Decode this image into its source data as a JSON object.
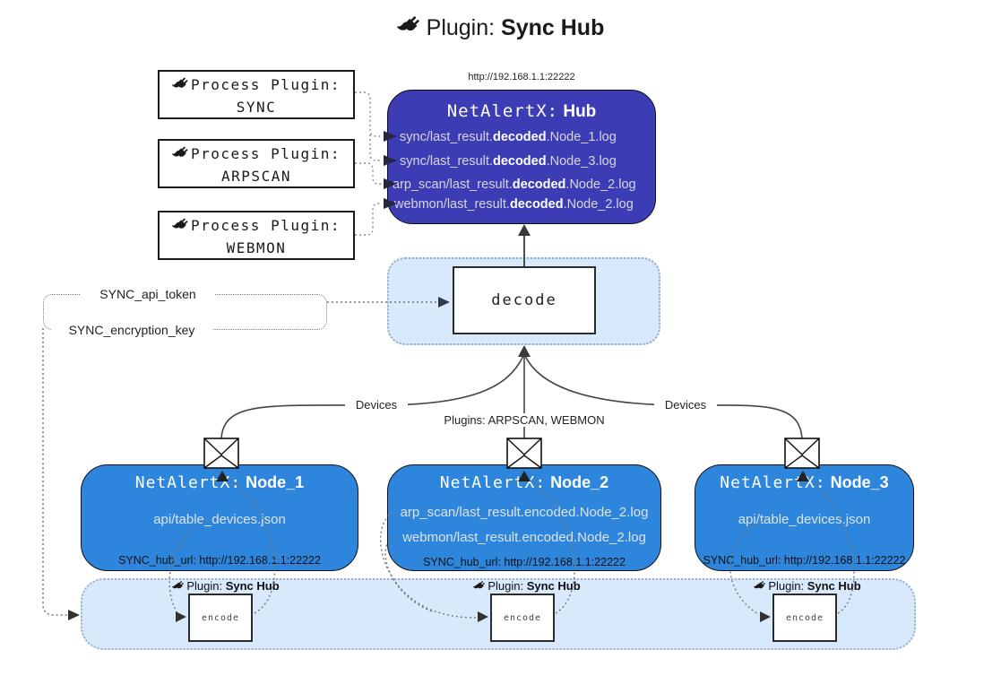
{
  "title": {
    "label": "Plugin:",
    "name": "Sync Hub"
  },
  "hub": {
    "url": "http://192.168.1.1:22222",
    "prefix": "NetAlertX:",
    "name": "Hub",
    "lines": [
      {
        "pre": "sync/last_result.",
        "bold": "decoded",
        "post": ".Node_1.log"
      },
      {
        "pre": "sync/last_result.",
        "bold": "decoded",
        "post": ".Node_3.log"
      },
      {
        "pre": "arp_scan/last_result.",
        "bold": "decoded",
        "post": ".Node_2.log"
      },
      {
        "pre": "webmon/last_result.",
        "bold": "decoded",
        "post": ".Node_2.log"
      }
    ]
  },
  "process_plugins": [
    {
      "label": "Process Plugin:",
      "name": "SYNC"
    },
    {
      "label": "Process Plugin:",
      "name": "ARPSCAN"
    },
    {
      "label": "Process Plugin:",
      "name": "WEBMON"
    }
  ],
  "decode_label": "decode",
  "secrets": {
    "api_token": "SYNC_api_token",
    "encryption_key": "SYNC_encryption_key"
  },
  "edge_labels": {
    "left": "Devices",
    "middle": "Plugins: ARPSCAN, WEBMON",
    "right": "Devices"
  },
  "nodes": [
    {
      "prefix": "NetAlertX:",
      "name": "Node_1",
      "files": [
        "api/table_devices.json"
      ],
      "hub_url": "SYNC_hub_url: http://192.168.1.1:22222"
    },
    {
      "prefix": "NetAlertX:",
      "name": "Node_2",
      "files": [
        "arp_scan/last_result.encoded.Node_2.log",
        "webmon/last_result.encoded.Node_2.log"
      ],
      "hub_url": "SYNC_hub_url: http://192.168.1.1:22222"
    },
    {
      "prefix": "NetAlertX:",
      "name": "Node_3",
      "files": [
        "api/table_devices.json"
      ],
      "hub_url": "SYNC_hub_url: http://192.168.1.1:22222"
    }
  ],
  "encoders": [
    {
      "label": "Plugin:",
      "name": "Sync Hub",
      "box": "encode"
    },
    {
      "label": "Plugin:",
      "name": "Sync Hub",
      "box": "encode"
    },
    {
      "label": "Plugin:",
      "name": "Sync Hub",
      "box": "encode"
    }
  ],
  "colors": {
    "hub_fill": "#3C3CB4",
    "node_fill": "#2E86DC",
    "container_fill": "#D8E9FB",
    "container_border": "#8FA9C9",
    "hub_text": "#D6D6E2",
    "bold_text": "#FFFFFF"
  }
}
